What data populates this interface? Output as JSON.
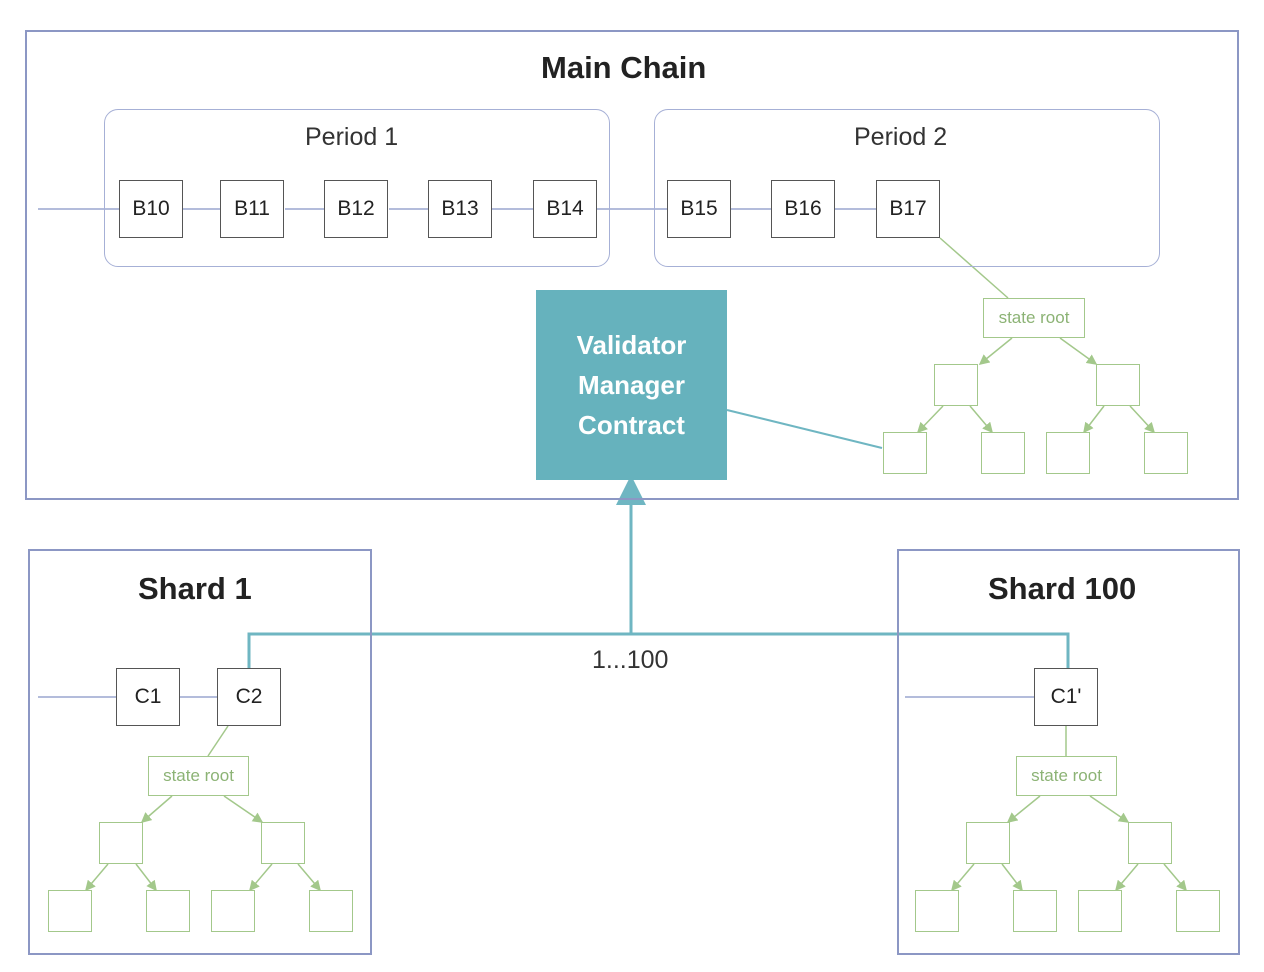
{
  "main_chain": {
    "title": "Main Chain",
    "periods": [
      {
        "label": "Period 1",
        "blocks": [
          "B10",
          "B11",
          "B12",
          "B13",
          "B14"
        ]
      },
      {
        "label": "Period 2",
        "blocks": [
          "B15",
          "B16",
          "B17"
        ]
      }
    ],
    "state_root_label": "state root"
  },
  "validator_manager": {
    "lines": [
      "Validator",
      "Manager",
      "Contract"
    ]
  },
  "shard_count_label": "1...100",
  "shards": [
    {
      "title": "Shard 1",
      "blocks": [
        "C1",
        "C2"
      ],
      "state_root_label": "state root"
    },
    {
      "title": "Shard 100",
      "blocks": [
        "C1'"
      ],
      "state_root_label": "state root"
    }
  ],
  "colors": {
    "frame": "#8c97c4",
    "vmc_fill": "#66b2bd",
    "link": "#6fb6c2",
    "tree": "#a3c88b",
    "chain_line": "#9aa6cf"
  }
}
